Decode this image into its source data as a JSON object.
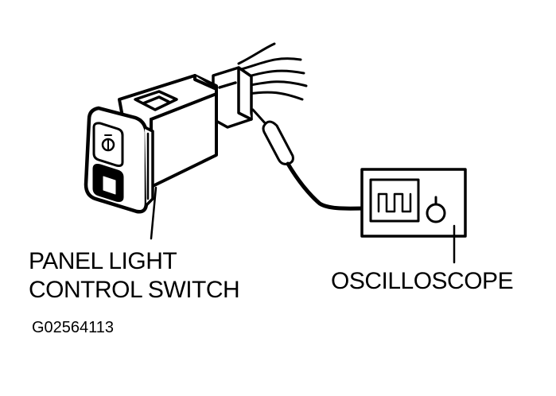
{
  "labels": {
    "switch_line1": "PANEL LIGHT",
    "switch_line2": "CONTROL SWITCH",
    "oscilloscope": "OSCILLOSCOPE",
    "figure_id": "G02564113"
  },
  "colors": {
    "ink": "#000000",
    "background": "#ffffff"
  }
}
